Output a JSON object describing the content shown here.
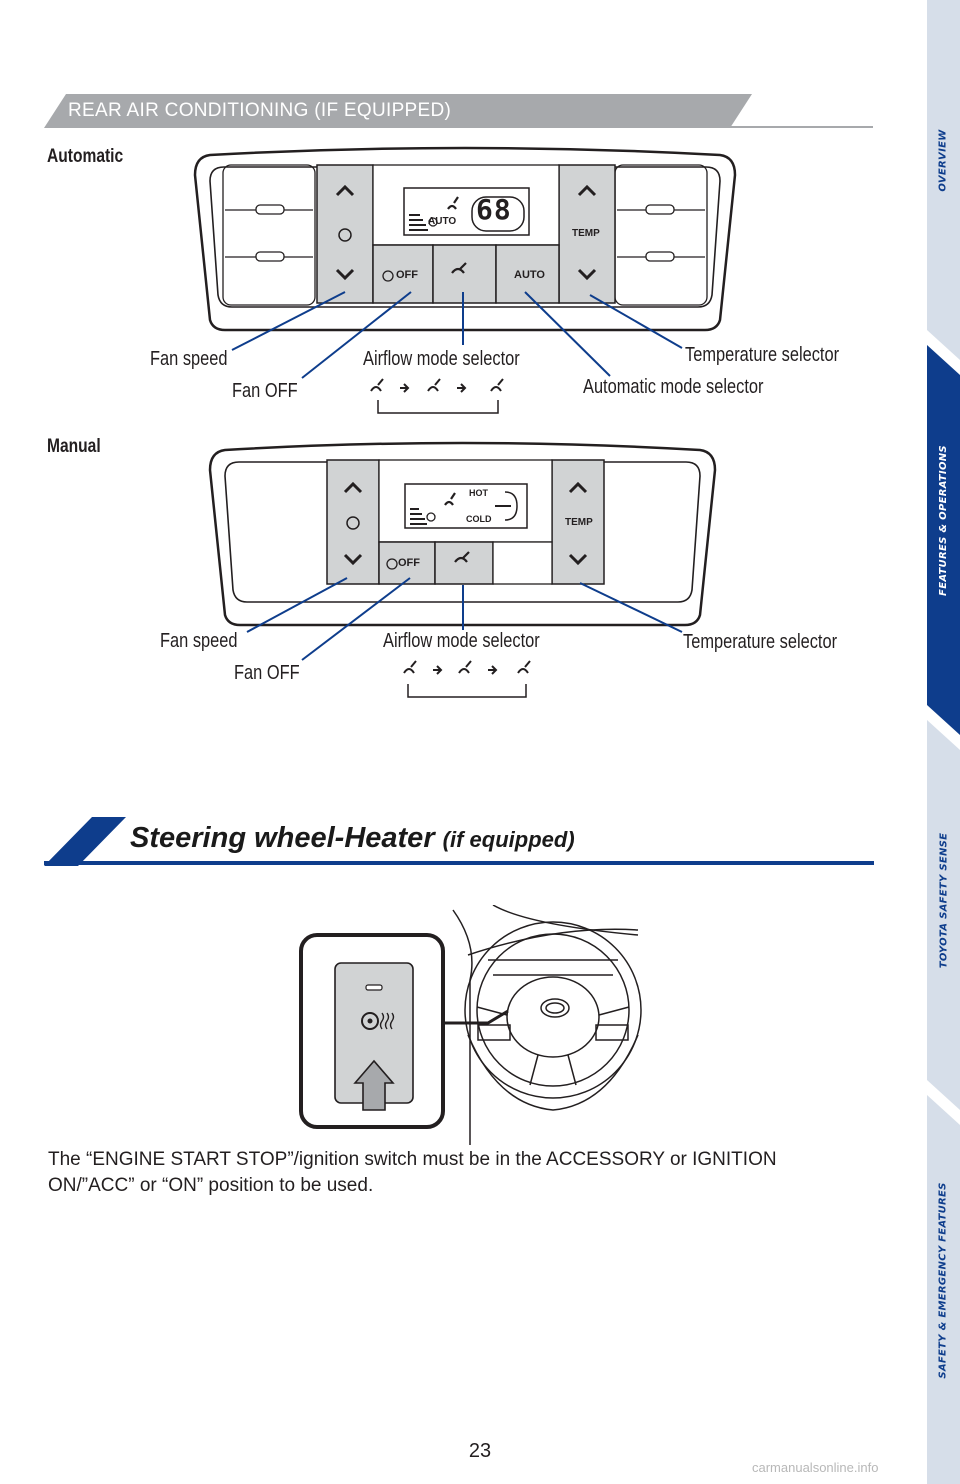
{
  "header": {
    "title": "REAR AIR CONDITIONING (IF EQUIPPED)"
  },
  "automatic": {
    "label": "Automatic",
    "display": {
      "temp": "68",
      "mode": "AUTO"
    },
    "buttons": {
      "fan_off": "OFF",
      "auto": "AUTO",
      "temp": "TEMP"
    },
    "callouts": {
      "fan_speed": "Fan speed",
      "fan_off": "Fan OFF",
      "airflow": "Airflow mode selector",
      "auto_mode": "Automatic mode selector",
      "temperature": "Temperature selector"
    }
  },
  "manual": {
    "label": "Manual",
    "display": {
      "hot": "HOT",
      "cold": "COLD"
    },
    "buttons": {
      "fan_off": "OFF",
      "temp": "TEMP"
    },
    "callouts": {
      "fan_speed": "Fan speed",
      "fan_off": "Fan OFF",
      "airflow": "Airflow mode selector",
      "temperature": "Temperature selector"
    }
  },
  "steering": {
    "title": "Steering wheel-Heater",
    "title_suffix": "(if equipped)",
    "body": "The “ENGINE START STOP”/ignition switch must be in the ACCESSORY or IGNITION ON/”ACC” or “ON” position to be used."
  },
  "sidebar": {
    "items": [
      {
        "label": "OVERVIEW",
        "active": false
      },
      {
        "label": "FEATURES & OPERATIONS",
        "active": true
      },
      {
        "label": "TOYOTA SAFETY SENSE",
        "active": false
      },
      {
        "label": "SAFETY & EMERGENCY FEATURES",
        "active": false
      }
    ]
  },
  "page_number": "23",
  "watermark": "carmanualsonline.info",
  "colors": {
    "sidebar_active": "#0e3d8c",
    "sidebar_inactive": "#d6dee9",
    "header_band": "#a7a9ac",
    "steering_band": "#0e3d8c",
    "callout_line": "#0e3d8c",
    "button_gray": "#d1d3d4"
  }
}
